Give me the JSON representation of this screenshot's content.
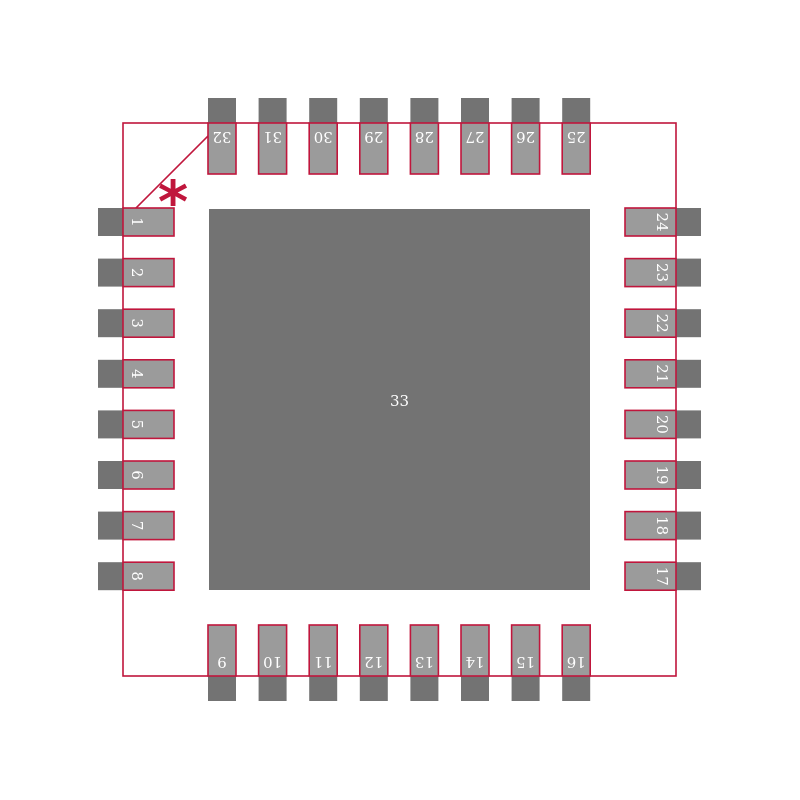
{
  "colors": {
    "background": "#ffffff",
    "pad": "#737373",
    "pad_overlay": "#9b9b9b",
    "outline": "#c0163c",
    "pin_text": "#ffffff",
    "marker": "#c0163c"
  },
  "marker_glyph": "*",
  "thermal_pad": {
    "label": "33"
  },
  "pins": {
    "left": [
      {
        "label": "1"
      },
      {
        "label": "2"
      },
      {
        "label": "3"
      },
      {
        "label": "4"
      },
      {
        "label": "5"
      },
      {
        "label": "6"
      },
      {
        "label": "7"
      },
      {
        "label": "8"
      }
    ],
    "bottom": [
      {
        "label": "9"
      },
      {
        "label": "10"
      },
      {
        "label": "11"
      },
      {
        "label": "12"
      },
      {
        "label": "13"
      },
      {
        "label": "14"
      },
      {
        "label": "15"
      },
      {
        "label": "16"
      }
    ],
    "right": [
      {
        "label": "17"
      },
      {
        "label": "18"
      },
      {
        "label": "19"
      },
      {
        "label": "20"
      },
      {
        "label": "21"
      },
      {
        "label": "22"
      },
      {
        "label": "23"
      },
      {
        "label": "24"
      }
    ],
    "top": [
      {
        "label": "25"
      },
      {
        "label": "26"
      },
      {
        "label": "27"
      },
      {
        "label": "28"
      },
      {
        "label": "29"
      },
      {
        "label": "30"
      },
      {
        "label": "31"
      },
      {
        "label": "32"
      }
    ]
  }
}
